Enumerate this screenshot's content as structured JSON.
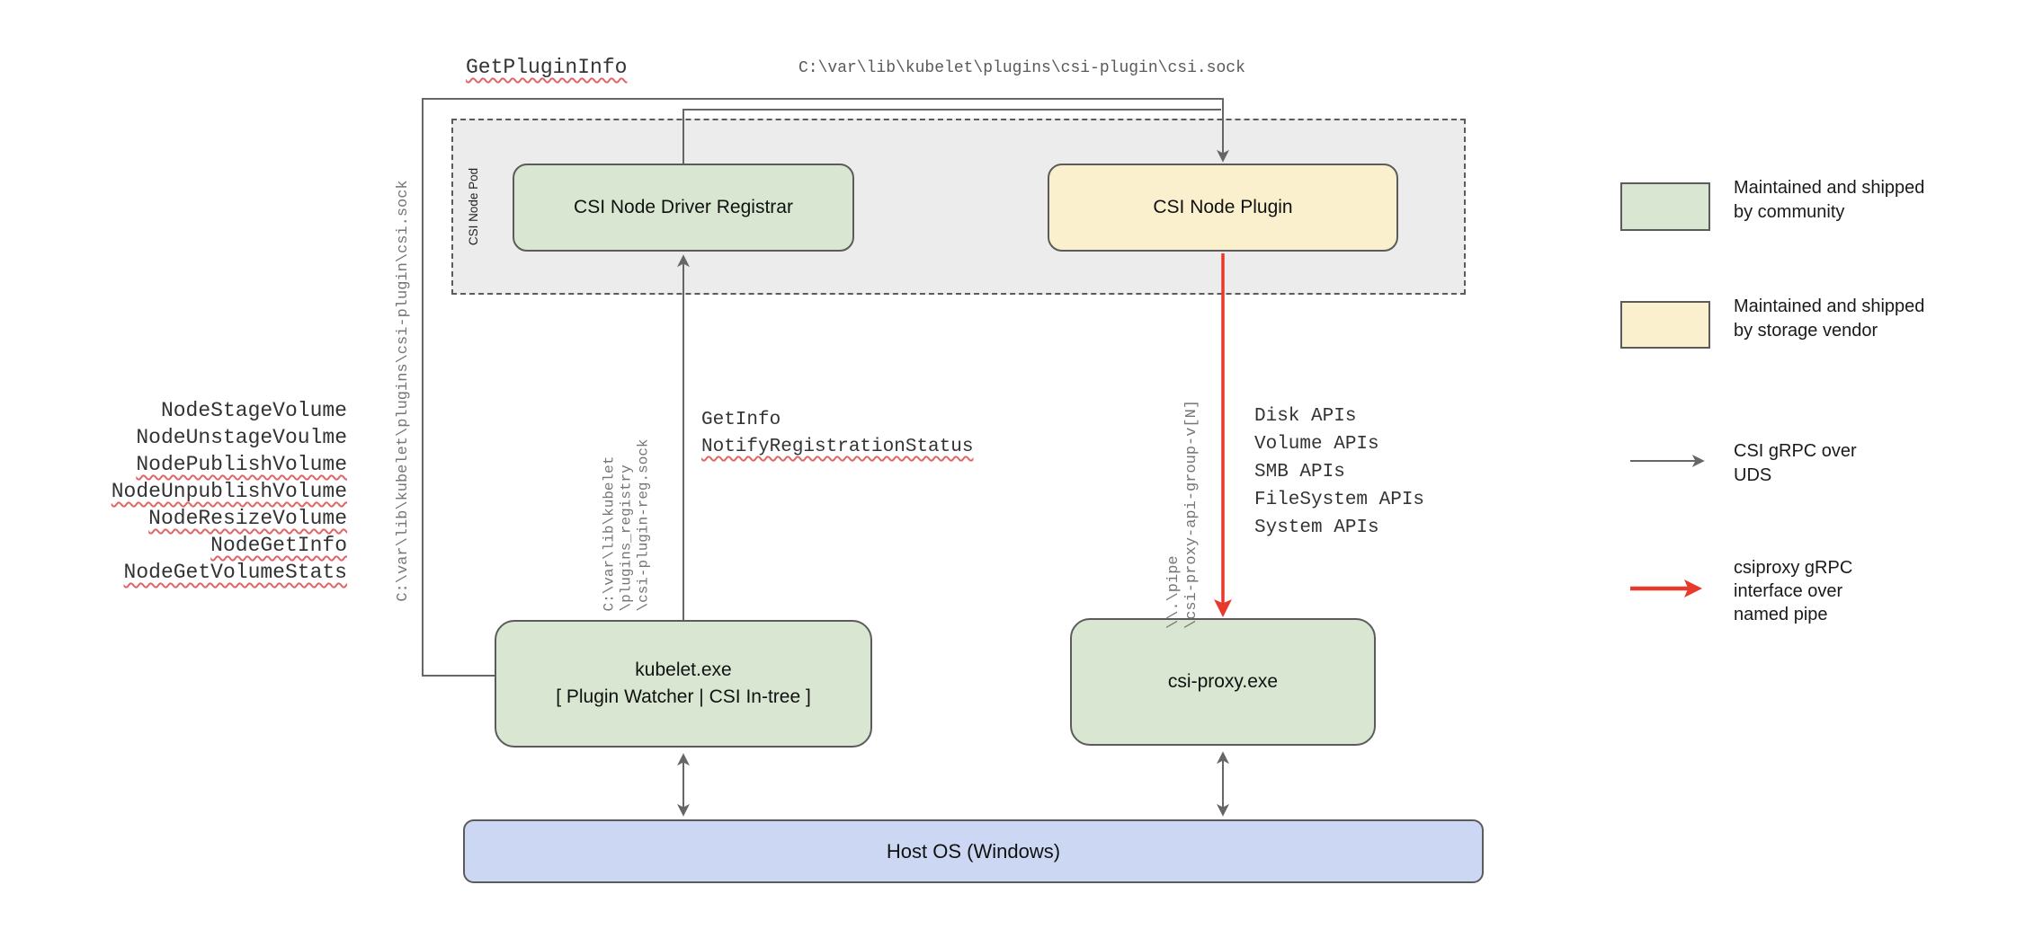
{
  "labels": {
    "get_plugin_info": "GetPluginInfo",
    "csi_sock_path": "C:\\var\\lib\\kubelet\\plugins\\csi-plugin\\csi.sock",
    "csi_sock_path_vertical": "C:\\var\\lib\\kubelet\\plugins\\csi-plugin\\csi.sock",
    "get_info": "GetInfo",
    "notify_registration_status": "NotifyRegistrationStatus",
    "plugin_reg_sock_path": "C:\\var\\lib\\kubelet\n\\plugins_registry\n\\csi-plugin-reg.sock",
    "named_pipe_path": "\\\\.\\pipe\n\\csi-proxy-api-group-v[N]",
    "api_groups": "Disk APIs\nVolume APIs\nSMB APIs\nFileSystem APIs\nSystem APIs"
  },
  "node_calls": [
    {
      "text": "NodeStageVolume",
      "misspelled": false
    },
    {
      "text": "NodeUnstageVoulme",
      "misspelled": false
    },
    {
      "text": "NodePublishVolume",
      "misspelled": true
    },
    {
      "text": "NodeUnpublishVolume",
      "misspelled": true
    },
    {
      "text": "NodeResizeVolume",
      "misspelled": true
    },
    {
      "text": "NodeGetInfo",
      "misspelled": true
    },
    {
      "text": "NodeGetVolumeStats",
      "misspelled": true
    }
  ],
  "boxes": {
    "pod_label": "CSI Node Pod",
    "registrar": "CSI Node Driver Registrar",
    "node_plugin": "CSI Node Plugin",
    "kubelet": "kubelet.exe\n[ Plugin Watcher | CSI In-tree ]",
    "csi_proxy": "csi-proxy.exe",
    "host_os": "Host OS (Windows)"
  },
  "legend": {
    "community": "Maintained and shipped\nby community",
    "vendor": "Maintained and shipped\nby storage vendor",
    "uds_arrow": "CSI gRPC over\nUDS",
    "pipe_arrow": "csiproxy gRPC\ninterface over\nnamed pipe"
  },
  "colors": {
    "community_green": "#d9e7d2",
    "vendor_yellow": "#faf0ce",
    "host_blue": "#ccd8f3",
    "pod_gray": "#ececec",
    "line_gray": "#666666",
    "border_gray": "#5b5b5b",
    "pipe_red": "#e8392b",
    "squiggle_red": "#e06666",
    "path_text_gray": "#757575",
    "text_dark": "#333333"
  }
}
